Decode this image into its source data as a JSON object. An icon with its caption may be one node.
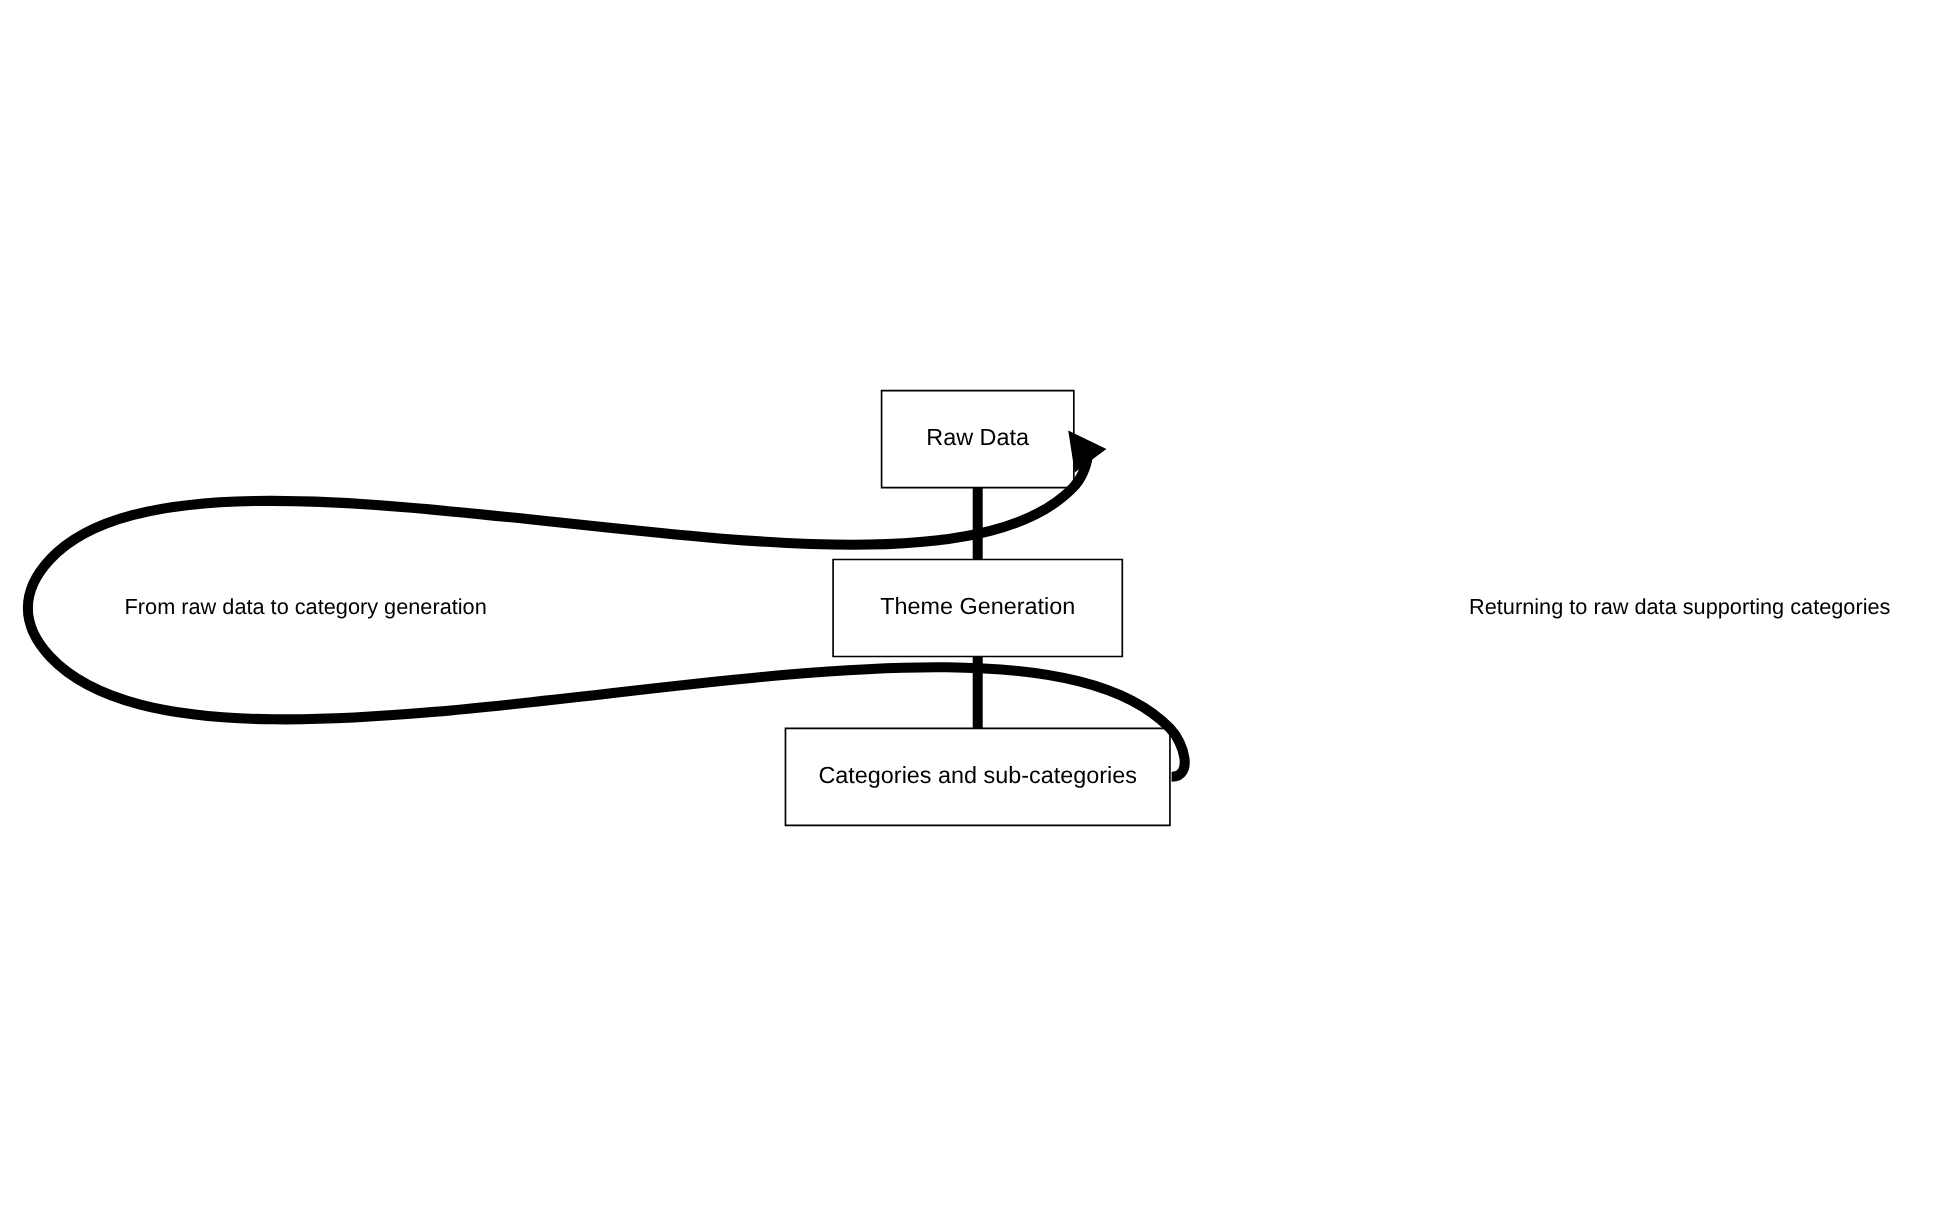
{
  "diagram": {
    "nodes": [
      {
        "text": [
          "Raw Data"
        ]
      },
      {
        "text": [
          "Theme Generation"
        ]
      },
      {
        "text": [
          "Categories and sub-categories"
        ]
      }
    ],
    "edges": [
      {
        "from": 0,
        "to": 1,
        "arrow": "none"
      },
      {
        "from": 1,
        "to": 2,
        "arrow": "none"
      },
      {
        "from": 2,
        "to": 0,
        "arrow": "to"
      }
    ],
    "labels": [
      "From raw data to category generation",
      "Returning to raw data supporting categories"
    ]
  }
}
